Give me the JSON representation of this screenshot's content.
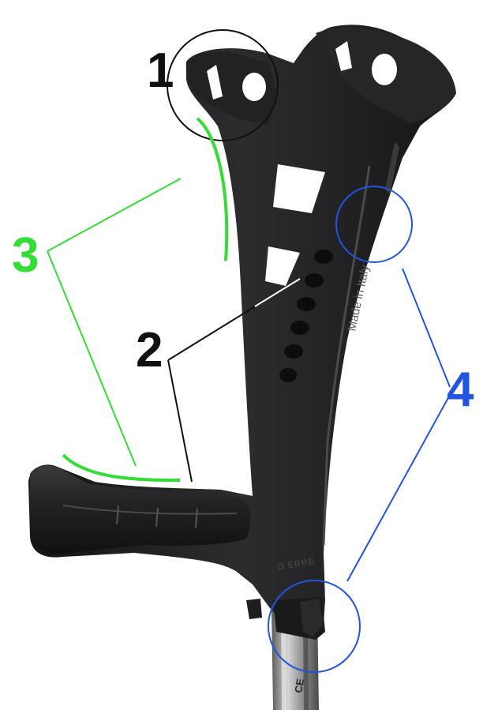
{
  "callouts": [
    {
      "id": "1",
      "label": "1",
      "color": "#111111"
    },
    {
      "id": "2",
      "label": "2",
      "color": "#111111"
    },
    {
      "id": "3",
      "label": "3",
      "color": "#33dd33"
    },
    {
      "id": "4",
      "label": "4",
      "color": "#1f55e0"
    }
  ],
  "product_text": {
    "made_in": "Made in Italy",
    "brand_mark": "O ERRE",
    "ce_mark": "CE"
  },
  "colors": {
    "crutch_body": "#1e1e1f",
    "crutch_highlight": "#3a3a3c",
    "shaft_metal": "#a8a8a8",
    "green_callout": "#33dd33",
    "blue_callout": "#1f55e0",
    "black_callout": "#111111"
  }
}
